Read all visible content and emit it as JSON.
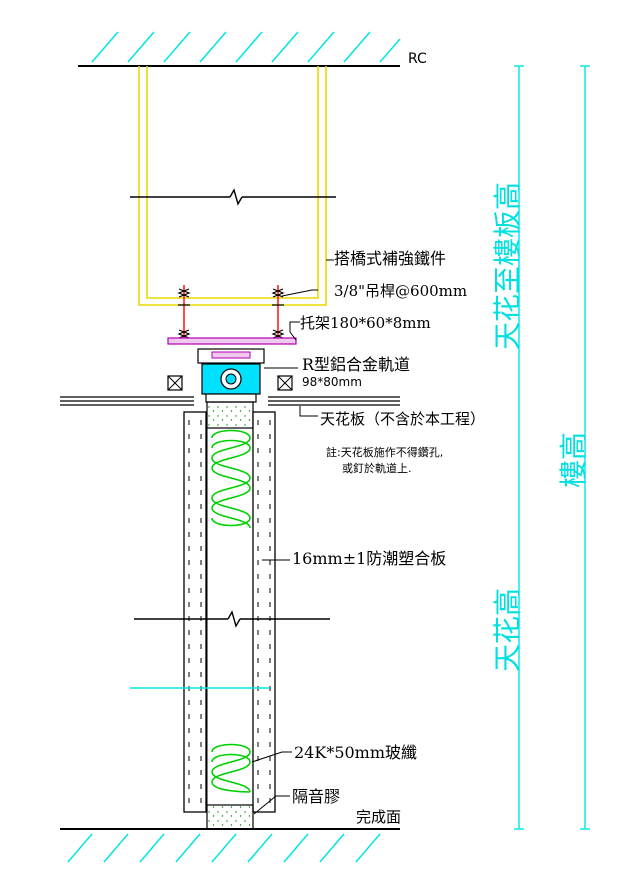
{
  "labels": {
    "rc": "RC",
    "bridge_bracket": "搭橋式補強鐵件",
    "hanger_rod": "3/8\"吊桿@600mm",
    "support_bracket": "托架180*60*8mm",
    "track": "R型鋁合金軌道",
    "track_size": "98*80mm",
    "ceiling_board": "天花板（不含於本工程）",
    "note_line1": "註:天花板施作不得鑽孔,",
    "note_line2": "或釘於軌道上.",
    "board": "16mm±1防潮塑合板",
    "fiberglass": "24K*50mm玻纖",
    "sound_sealant": "隔音膠",
    "finish_floor": "完成面"
  },
  "dimensions": {
    "ceiling_to_slab": "天花至樓板高",
    "floor_height": "樓高",
    "ceiling_height": "天花高"
  },
  "colors": {
    "hatch": "#00e5e5",
    "yellow": "#e8d800",
    "green": "#00d000",
    "red": "#ff0000",
    "magenta": "#d000d0",
    "cyan_part": "#00e0ff",
    "dim_text": "#00e0e0"
  }
}
